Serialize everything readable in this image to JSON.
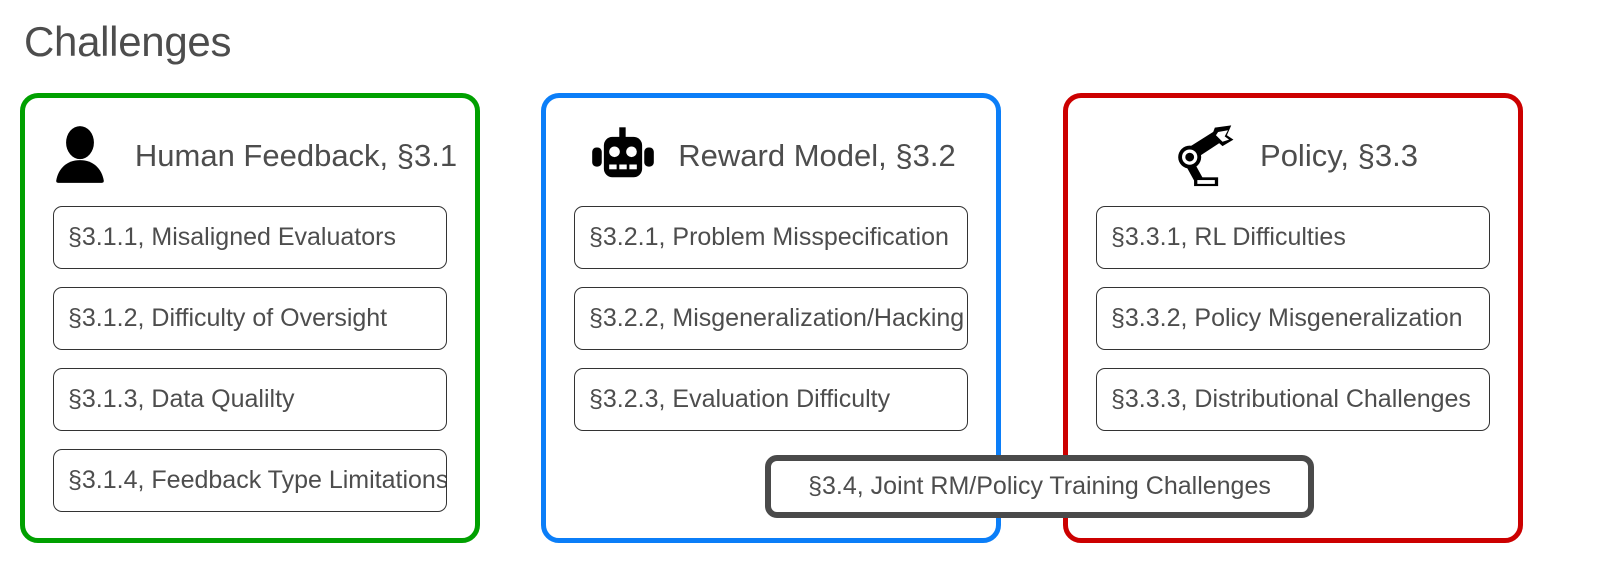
{
  "page": {
    "title": "Challenges",
    "title_color": "#4d4d4d",
    "background_color": "#ffffff"
  },
  "columns": [
    {
      "id": "human-feedback",
      "title": "Human Feedback, §3.1",
      "icon": "person-icon",
      "accent_color": "#00A000",
      "items": [
        "§3.1.1, Misaligned Evaluators",
        "§3.1.2, Difficulty of Oversight",
        "§3.1.3, Data Qualilty",
        "§3.1.4, Feedback Type Limitations"
      ]
    },
    {
      "id": "reward-model",
      "title": "Reward Model, §3.2",
      "icon": "robot-head-icon",
      "accent_color": "#0B7EF8",
      "items": [
        "§3.2.1, Problem Misspecification",
        "§3.2.2, Misgeneralization/Hacking",
        "§3.2.3, Evaluation Difficulty"
      ]
    },
    {
      "id": "policy",
      "title": "Policy, §3.3",
      "icon": "robot-arm-icon",
      "accent_color": "#CC0000",
      "items": [
        "§3.3.1, RL Difficulties",
        "§3.3.2, Policy Misgeneralization",
        "§3.3.3, Distributional Challenges"
      ]
    }
  ],
  "joint_box": {
    "label": "§3.4, Joint RM/Policy Training Challenges",
    "border_color": "#4a4a4a"
  }
}
